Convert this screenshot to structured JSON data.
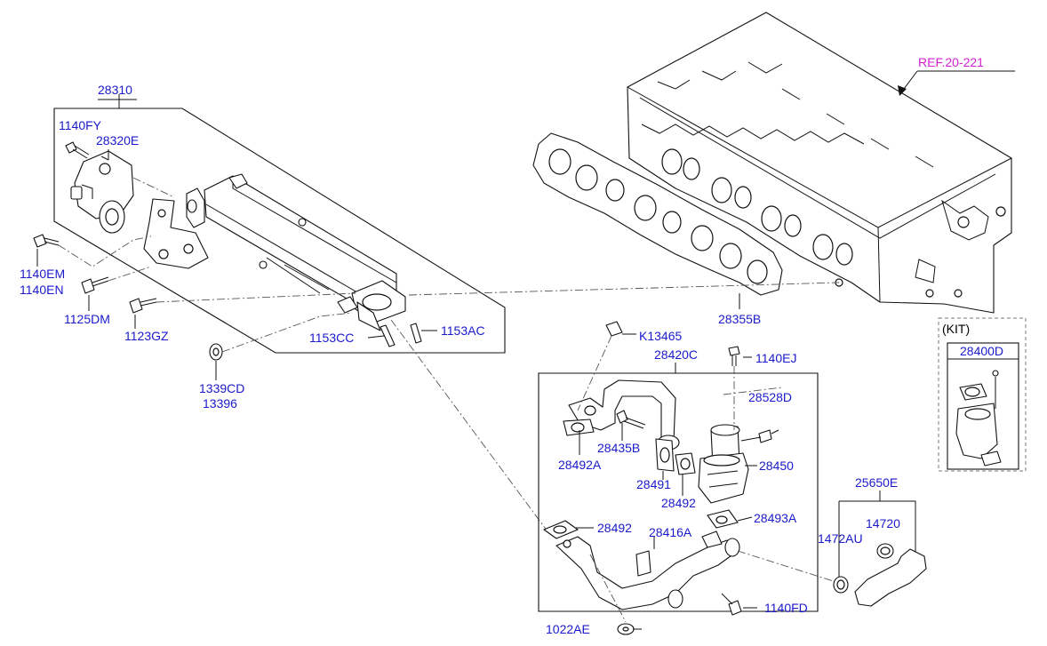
{
  "diagram": {
    "reference": "REF.20-221",
    "kit_caption": "(KIT)",
    "labels": {
      "p28310": "28310",
      "p1140FY": "1140FY",
      "p28320E": "28320E",
      "p1140EM": "1140EM",
      "p1140EN": "1140EN",
      "p1125DM": "1125DM",
      "p1123GZ": "1123GZ",
      "p1339CD": "1339CD",
      "p13396": "13396",
      "p1153CC": "1153CC",
      "p1153AC": "1153AC",
      "p28355B": "28355B",
      "pK13465": "K13465",
      "p28420C": "28420C",
      "p1140EJ": "1140EJ",
      "p28528D": "28528D",
      "p28435B": "28435B",
      "p28492A": "28492A",
      "p28491": "28491",
      "p28450": "28450",
      "p28492_1": "28492",
      "p28493A": "28493A",
      "p28492_2": "28492",
      "p28416A": "28416A",
      "p1140FD": "1140FD",
      "p1022AE": "1022AE",
      "p25650E": "25650E",
      "p14720": "14720",
      "p1472AU": "1472AU",
      "p28400D": "28400D"
    }
  }
}
